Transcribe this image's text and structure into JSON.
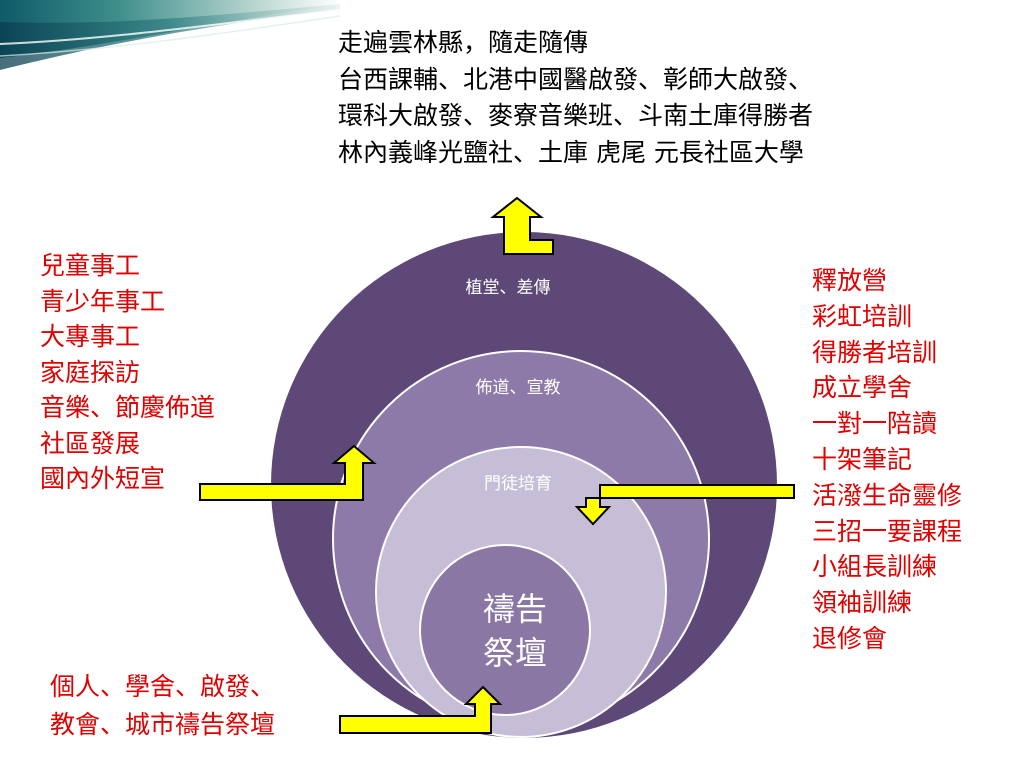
{
  "diagram": {
    "rings": [
      {
        "label": "植堂、差傳",
        "color": "#5d4877"
      },
      {
        "label": "佈道、宣教",
        "color": "#8e7aa8"
      },
      {
        "label": "門徒培育",
        "color": "#c5bed6"
      },
      {
        "label_lines": [
          "禱告",
          "祭壇"
        ],
        "color": "#8a77a4"
      }
    ],
    "arrow_color": "#ffff00"
  },
  "top_text": {
    "lines": [
      "走遍雲林縣，隨走隨傳",
      "台西課輔、北港中國醫啟發、彰師大啟發、",
      "環科大啟發、麥寮音樂班、斗南土庫得勝者",
      "林內義峰光鹽社、土庫 虎尾 元長社區大學"
    ]
  },
  "left_text": {
    "lines": [
      "兒童事工",
      "青少年事工",
      "大專事工",
      "家庭探訪",
      "音樂、節慶佈道",
      "社區發展",
      "國內外短宣"
    ]
  },
  "right_text": {
    "lines": [
      "釋放營",
      "彩虹培訓",
      "得勝者培訓",
      "成立學舍",
      "一對一陪讀",
      "十架筆記",
      "活潑生命靈修",
      "三招一要課程",
      "小組長訓練",
      "領袖訓練",
      "退修會"
    ]
  },
  "bottom_text": {
    "lines": [
      "個人、學舍、啟發、",
      "教會、城市禱告祭壇"
    ]
  }
}
